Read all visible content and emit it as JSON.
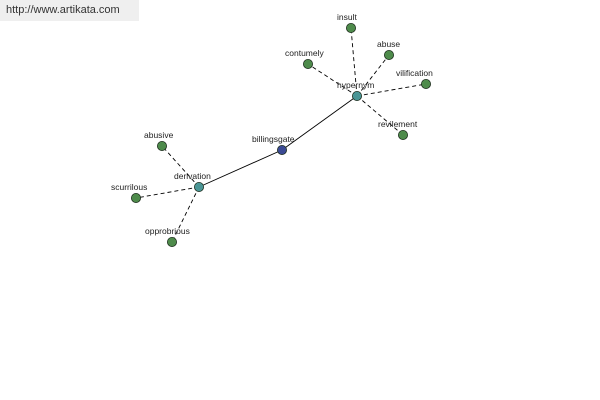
{
  "url": "http://www.artikata.com",
  "colors": {
    "leaf_node": "#4e8b4b",
    "branch_node": "#4a9595",
    "root_node": "#3b4a94",
    "node_stroke": "#1e2e1e",
    "edge": "#000000"
  },
  "nodes": {
    "billingsgate": {
      "label": "billingsgate",
      "kind": "root"
    },
    "hypernym": {
      "label": "hypernym",
      "kind": "branch"
    },
    "derivation": {
      "label": "derivation",
      "kind": "branch"
    },
    "insult": {
      "label": "insult",
      "kind": "leaf"
    },
    "contumely": {
      "label": "contumely",
      "kind": "leaf"
    },
    "abuse": {
      "label": "abuse",
      "kind": "leaf"
    },
    "vilification": {
      "label": "vilification",
      "kind": "leaf"
    },
    "revilement": {
      "label": "revilement",
      "kind": "leaf"
    },
    "abusive": {
      "label": "abusive",
      "kind": "leaf"
    },
    "scurrilous": {
      "label": "scurrilous",
      "kind": "leaf"
    },
    "opprobrious": {
      "label": "opprobrious",
      "kind": "leaf"
    }
  },
  "edges": [
    {
      "from": "billingsgate",
      "to": "hypernym",
      "style": "solid"
    },
    {
      "from": "billingsgate",
      "to": "derivation",
      "style": "solid"
    },
    {
      "from": "hypernym",
      "to": "insult",
      "style": "dashed"
    },
    {
      "from": "hypernym",
      "to": "contumely",
      "style": "dashed"
    },
    {
      "from": "hypernym",
      "to": "abuse",
      "style": "dashed"
    },
    {
      "from": "hypernym",
      "to": "vilification",
      "style": "dashed"
    },
    {
      "from": "hypernym",
      "to": "revilement",
      "style": "dashed"
    },
    {
      "from": "derivation",
      "to": "abusive",
      "style": "dashed"
    },
    {
      "from": "derivation",
      "to": "scurrilous",
      "style": "dashed"
    },
    {
      "from": "derivation",
      "to": "opprobrious",
      "style": "dashed"
    }
  ]
}
